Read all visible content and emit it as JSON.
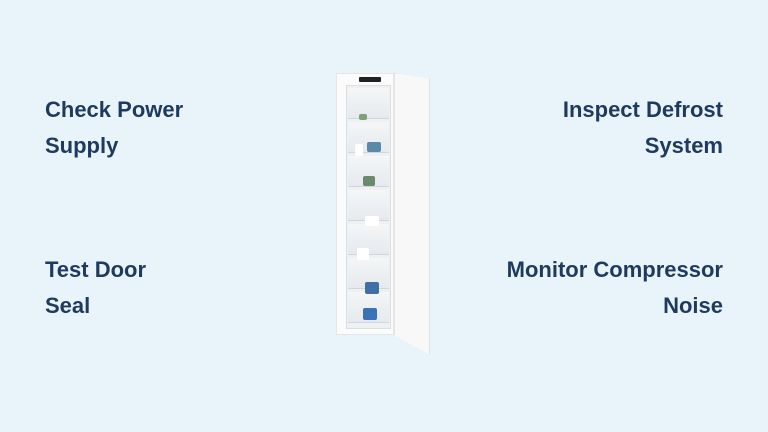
{
  "labels": {
    "top_left": {
      "line1": "Check Power",
      "line2": "Supply"
    },
    "top_right": {
      "line1": "Inspect Defrost",
      "line2": "System"
    },
    "bottom_left": {
      "line1": "Test Door",
      "line2": "Seal"
    },
    "bottom_right": {
      "line1": "Monitor Compressor",
      "line2": "Noise"
    }
  },
  "image": {
    "subject": "built-in-upright-freezer-open-door"
  },
  "colors": {
    "background": "#e8f3fa",
    "text": "#1e3a5f"
  }
}
